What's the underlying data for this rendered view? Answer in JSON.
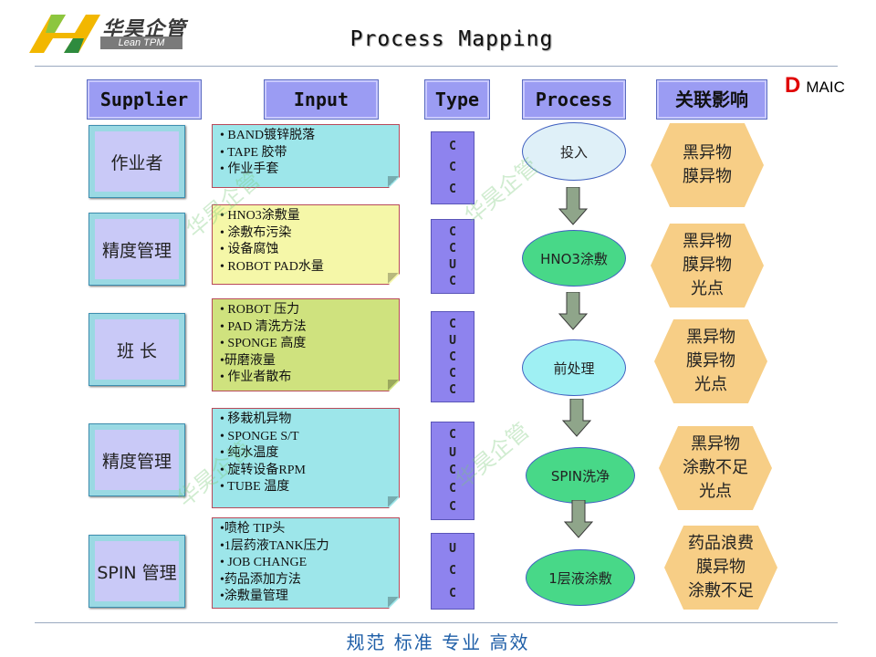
{
  "logo": {
    "cn": "华昊企管",
    "en": "Lean TPM"
  },
  "page_title": "Process Mapping",
  "dmaic": {
    "d": "D",
    "rest": "MAIC"
  },
  "headers": {
    "supplier": "Supplier",
    "input": "Input",
    "type": "Type",
    "process": "Process",
    "impact": "关联影响"
  },
  "suppliers": [
    "作业者",
    "精度管理",
    "班  长",
    "精度管理",
    "SPIN 管理"
  ],
  "inputs": [
    [
      "• BAND镀锌脱落",
      "• TAPE 胶带",
      "• 作业手套"
    ],
    [
      "•  HNO3涂敷量",
      "•  涂敷布污染",
      "•  设备腐蚀",
      "•  ROBOT PAD水量"
    ],
    [
      "•  ROBOT 压力",
      "•  PAD 清洗方法",
      "•  SPONGE 高度",
      "•研磨液量",
      "•  作业者散布"
    ],
    [
      "•  移栽机异物",
      "•  SPONGE S/T",
      "•  纯水温度",
      "•  旋转设备RPM",
      "•  TUBE  温度"
    ],
    [
      "•喷枪 TIP头",
      "•1层药液TANK压力",
      "• JOB CHANGE",
      "•药品添加方法",
      "•涂敷量管理"
    ]
  ],
  "types": [
    [
      "C",
      "C",
      "C"
    ],
    [
      "C",
      "C",
      "U",
      "C"
    ],
    [
      "C",
      "U",
      "C",
      "C",
      "C"
    ],
    [
      "C",
      "U",
      "C",
      "C",
      "C"
    ],
    [
      "U",
      "C",
      "C"
    ]
  ],
  "processes": [
    "投入",
    "HNO3涂敷",
    "前处理",
    "SPIN洗净",
    "1层液涂敷"
  ],
  "impacts": [
    [
      "黑异物",
      "膜异物"
    ],
    [
      "黑异物",
      "膜异物",
      "光点"
    ],
    [
      "黑异物",
      "膜异物",
      "光点"
    ],
    [
      "黑异物",
      "涂敷不足",
      "光点"
    ],
    [
      "药品浪费",
      "膜异物",
      "涂敷不足"
    ]
  ],
  "watermark": "华昊企管",
  "footer": "规范 标准 专业 高效"
}
